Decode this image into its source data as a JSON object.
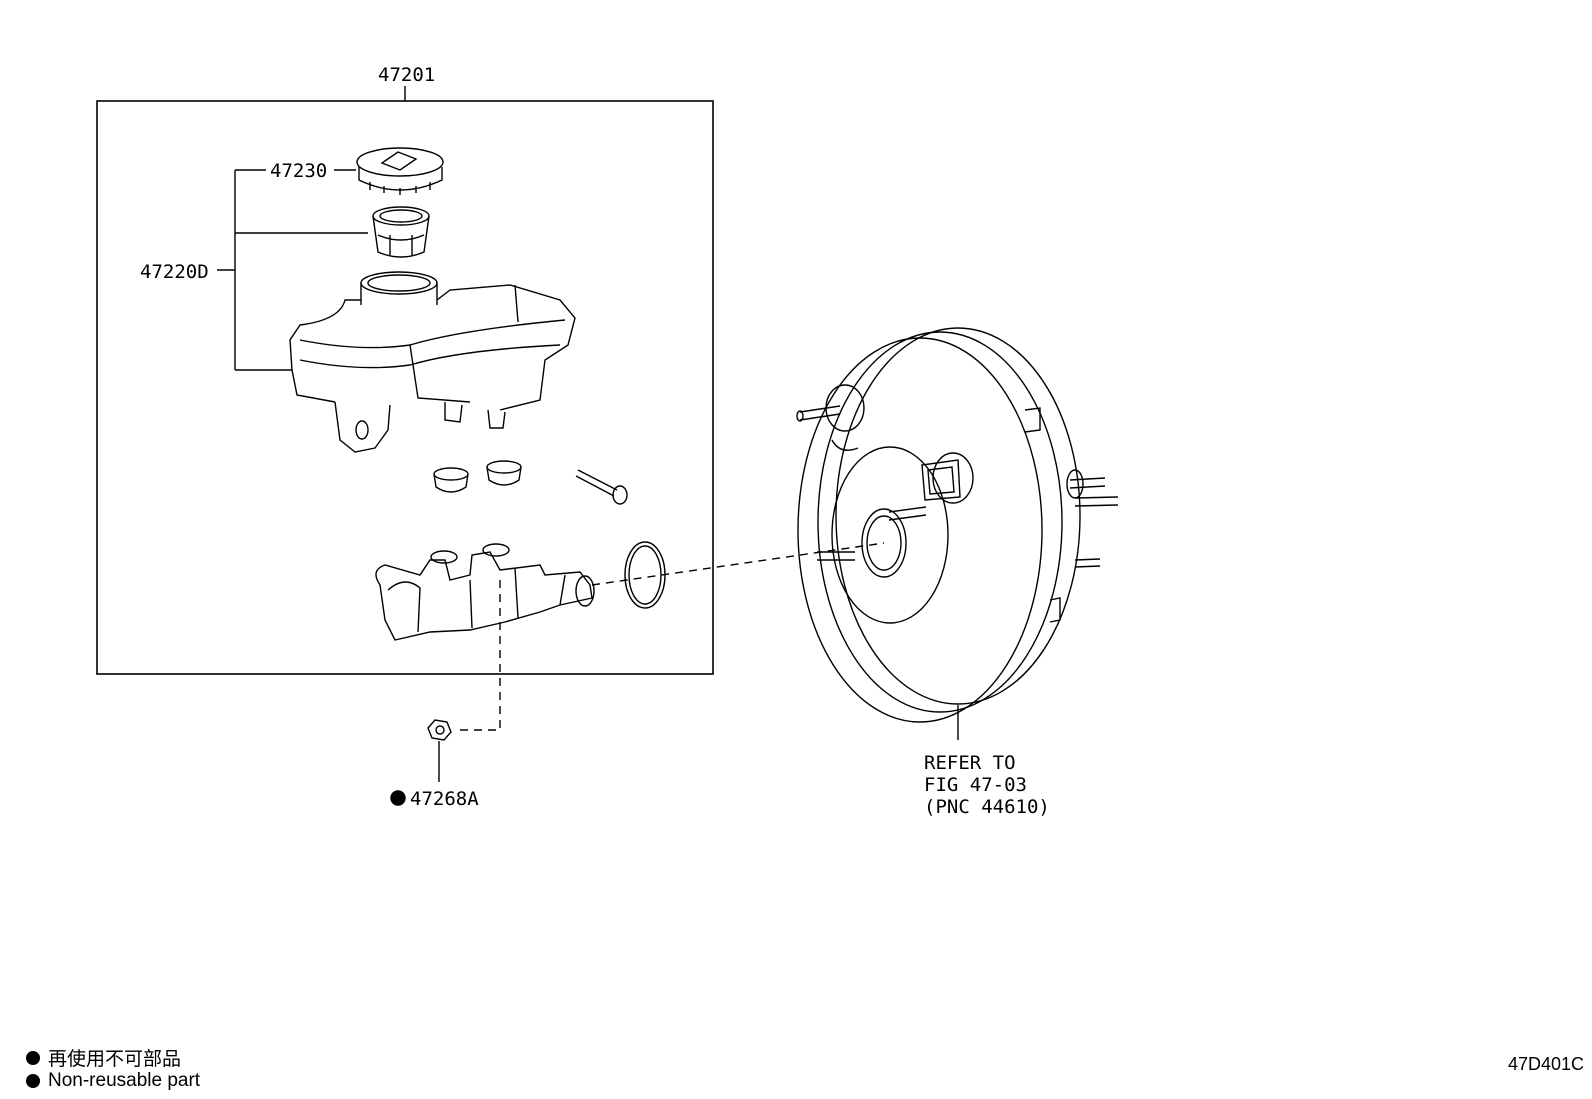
{
  "labels": {
    "master_cylinder_assy": "47201",
    "reservoir_cap": "47230",
    "reservoir_sub_assy": "47220D",
    "nut": "47268A",
    "refer_line1": "REFER TO",
    "refer_line2": "FIG 47-03",
    "refer_line3": "(PNC 44610)"
  },
  "legend": {
    "jp": "再使用不可部品",
    "en": "Non-reusable part"
  },
  "figure_code": "47D401C"
}
